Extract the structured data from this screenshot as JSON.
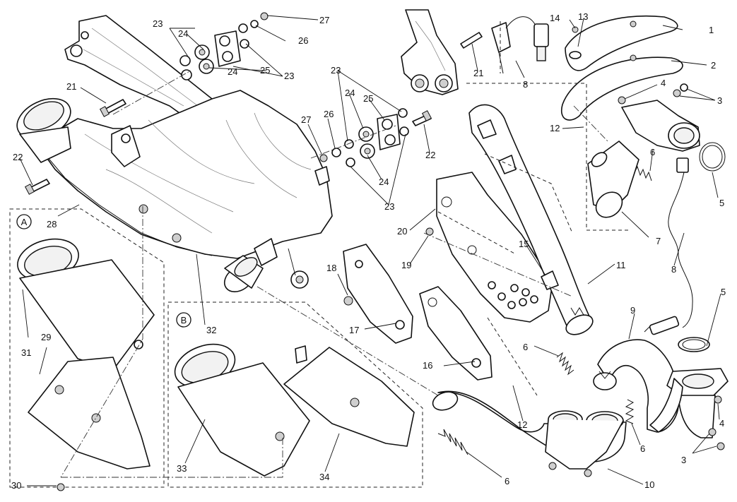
{
  "diagram": {
    "part_numbers": [
      "1",
      "2",
      "3",
      "3",
      "4",
      "4",
      "5",
      "5",
      "6",
      "6",
      "6",
      "6",
      "7",
      "8",
      "8",
      "9",
      "10",
      "11",
      "12",
      "12",
      "13",
      "14",
      "15",
      "16",
      "17",
      "18",
      "19",
      "20",
      "21",
      "21",
      "22",
      "22",
      "23",
      "23",
      "23",
      "23",
      "24",
      "24",
      "24",
      "24",
      "25",
      "25",
      "26",
      "26",
      "27",
      "27",
      "28",
      "29",
      "30",
      "31",
      "32",
      "33",
      "34"
    ],
    "group_labels": [
      "A",
      "B"
    ]
  }
}
